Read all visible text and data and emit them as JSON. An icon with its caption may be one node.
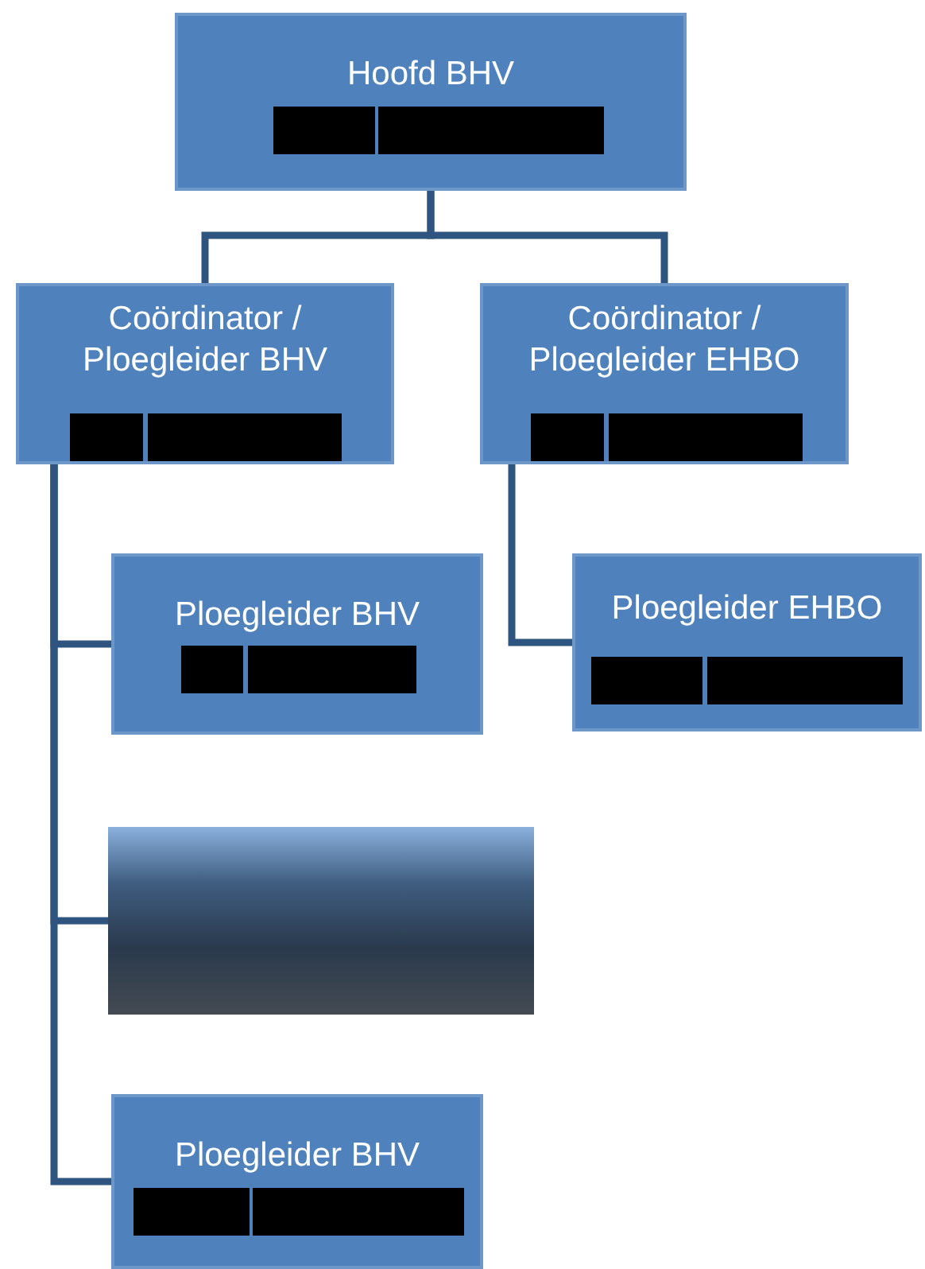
{
  "diagram": {
    "nodes": [
      {
        "text": [
          "Hoofd  BHV"
        ]
      },
      {
        "text": [
          "Coördinator / Ploegleider BHV"
        ]
      },
      {
        "text": [
          "Coördinator / Ploegleider EHBO"
        ]
      },
      {
        "text": [
          "Ploegleider BHV"
        ]
      },
      {
        "text": [
          "Ploegleider EHBO"
        ]
      },
      {
        "text": [],
        "shape": "box"
      },
      {
        "text": [
          "Ploegleider BHV"
        ]
      }
    ],
    "edges": [
      {
        "from": 0,
        "to": 1,
        "arrow": "none"
      },
      {
        "from": 0,
        "to": 2,
        "arrow": "none"
      },
      {
        "from": 1,
        "to": 3,
        "arrow": "none"
      },
      {
        "from": 1,
        "to": 5,
        "arrow": "none"
      },
      {
        "from": 1,
        "to": 6,
        "arrow": "none"
      },
      {
        "from": 2,
        "to": 4,
        "arrow": "none"
      }
    ]
  }
}
